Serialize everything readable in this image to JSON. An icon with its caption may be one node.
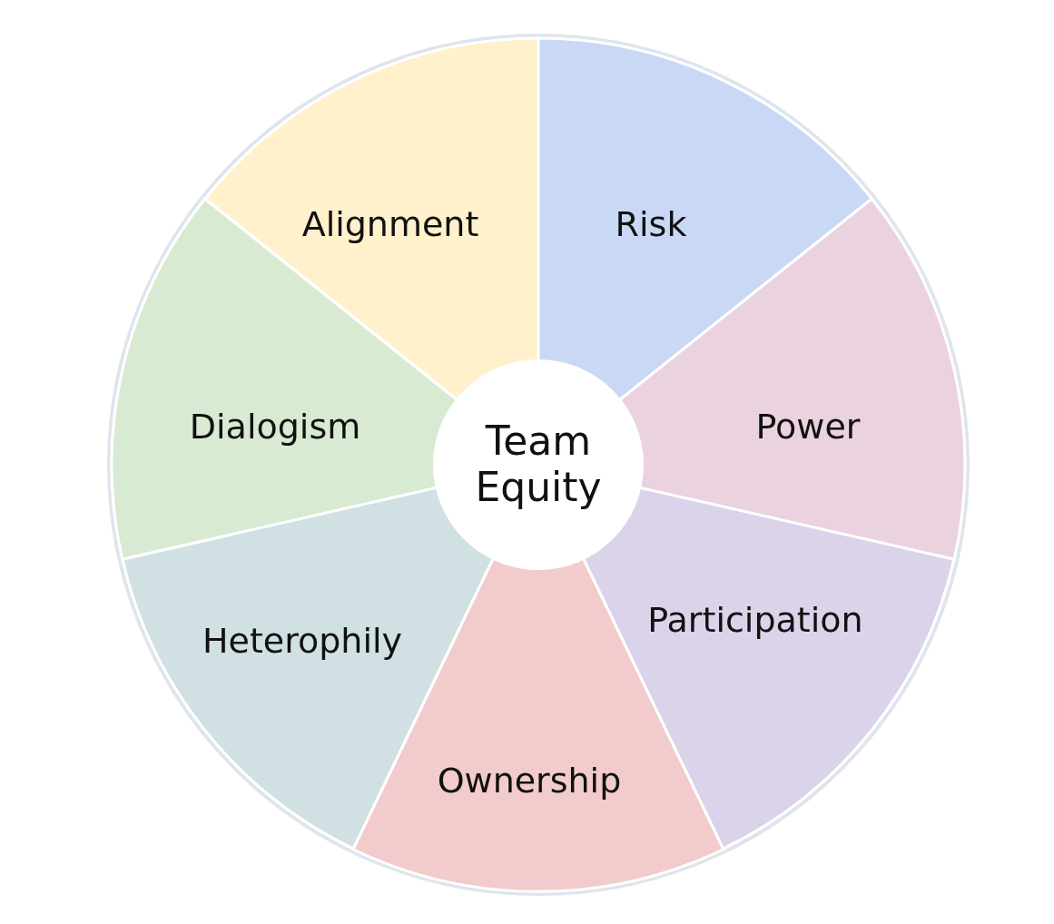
{
  "diagram": {
    "nodes": [
      {
        "text": [
          "Alignment"
        ]
      },
      {
        "text": [
          "Risk"
        ]
      },
      {
        "text": [
          "Dialogism"
        ]
      },
      {
        "text": [
          "Team Equity"
        ]
      },
      {
        "text": [
          "Power"
        ]
      },
      {
        "text": [
          "Participation"
        ]
      },
      {
        "text": [
          "Heterophily"
        ]
      },
      {
        "text": [
          "Ownership"
        ]
      }
    ]
  }
}
